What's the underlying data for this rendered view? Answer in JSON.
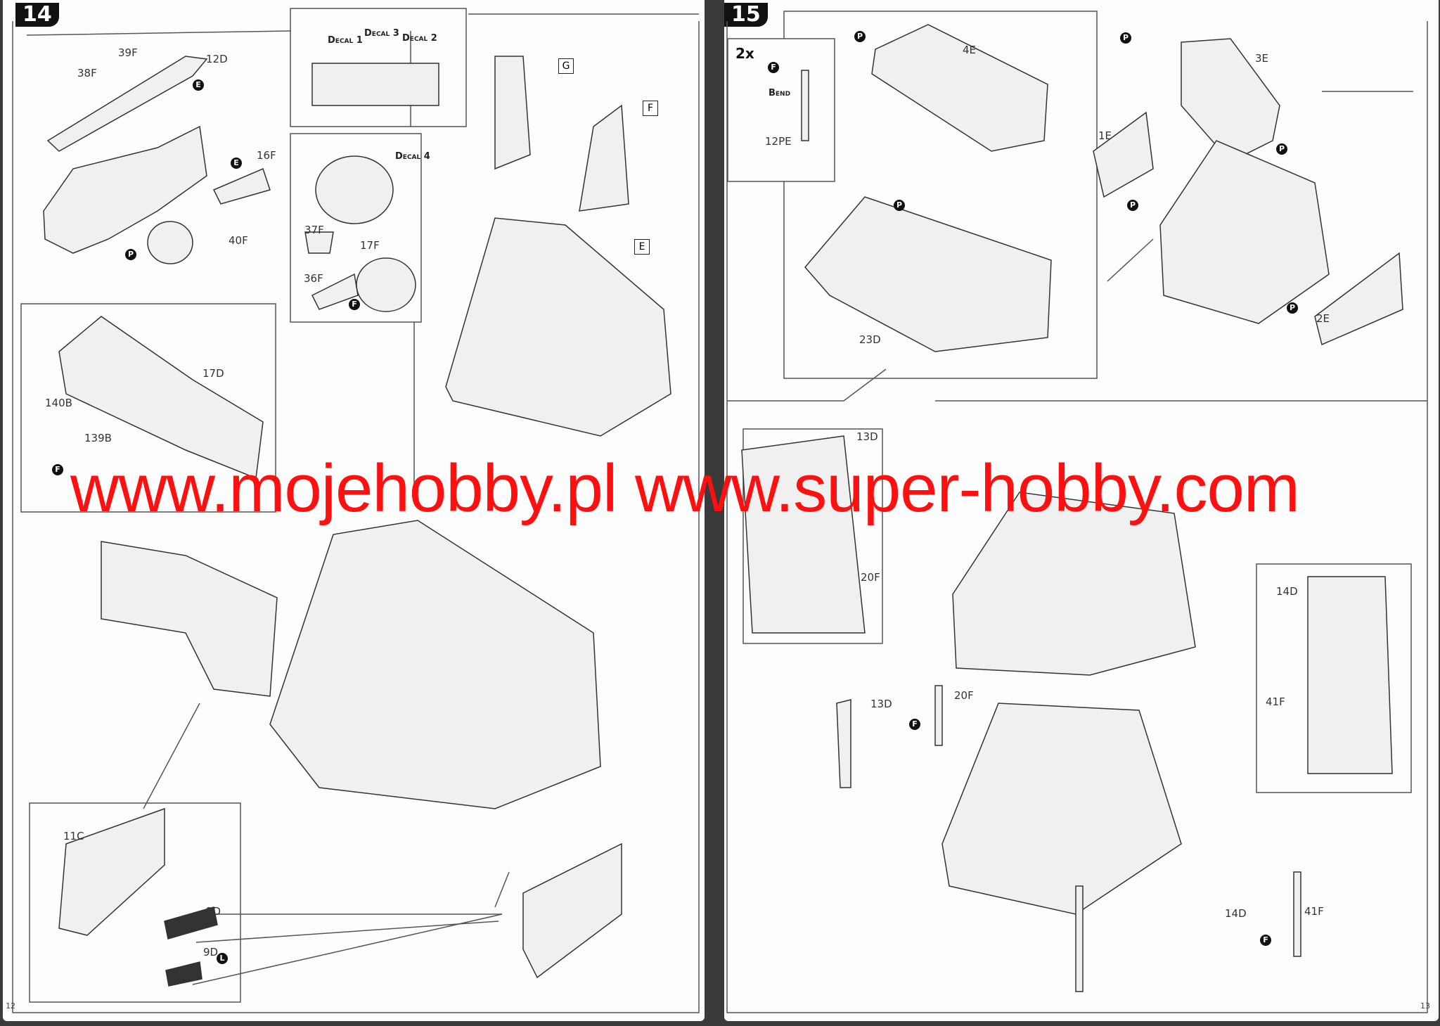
{
  "page_left": {
    "step": "14",
    "page_number": "12",
    "decals": [
      "Decal 1",
      "Decal 3",
      "Decal 2",
      "Decal 4"
    ],
    "parts": [
      "38F",
      "39F",
      "12D",
      "16F",
      "40F",
      "37F",
      "17F",
      "36F",
      "17D",
      "140B",
      "139B",
      "11C",
      "2D",
      "9D"
    ],
    "glue_markers": [
      "E",
      "E",
      "P",
      "F",
      "F",
      "L"
    ],
    "seat_boxes": [
      "G",
      "F",
      "E"
    ]
  },
  "page_right": {
    "step": "15",
    "page_number": "13",
    "multiplier": "2x",
    "bend_label": "Bend",
    "parts": [
      "12PE",
      "4E",
      "23D",
      "3E",
      "1E",
      "2E",
      "13D",
      "20F",
      "14D",
      "41F",
      "13D",
      "20F",
      "14D",
      "41F"
    ],
    "glue_markers": [
      "F",
      "P",
      "P",
      "P",
      "P",
      "P",
      "P",
      "F",
      "F"
    ]
  },
  "watermark": "www.mojehobby.pl www.super-hobby.com",
  "colors": {
    "watermark": "#ff1010",
    "ink": "#111111",
    "paper": "#fdfdfd"
  }
}
